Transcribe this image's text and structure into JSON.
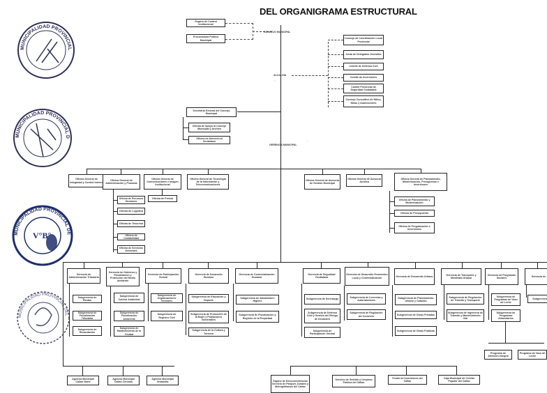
{
  "title": "DEL ORGANIGRAMA ESTRUCTURAL",
  "concejo": "CONCEJO MUNICIPAL",
  "alcaldia": "ALCALDÍA",
  "gerencia_municipal": "GERENCIA MUNICIPAL",
  "top_left": {
    "control": "Órgano de Control Institucional",
    "procuraduria": "Procuraduría Pública Municipal"
  },
  "consultivos": [
    "Consejo de Coordinación Local Provincial",
    "Junta de Delegados Vecinales",
    "Comité de Defensa Civil",
    "Comité de Inversiones",
    "Comité Provincial de Seguridad Ciudadana",
    "Consejo Consultivo de Niños, Niñas y Adolescentes"
  ],
  "secretaria": {
    "main": "Secretaría General del Concejo Municipal",
    "sub": [
      "Oficina de Apoyo al Concejo Municipal y Archivo",
      "Oficina de Atención al Ciudadano"
    ]
  },
  "oficinas_left": [
    "Oficina General de Integridad y Control Interno",
    "Oficina General de Administración y Finanzas",
    "Oficina General de Comunicaciones e Imagen Institucional",
    "Oficina General de Tecnología de la Información y Telecomunicaciones"
  ],
  "admin_sub": [
    "Oficina de Recursos Humanos",
    "Oficina de Logística",
    "Oficina de Tesorería",
    "Oficina de Contabilidad",
    "Oficina de Servicios Generales"
  ],
  "prensa": "Oficina de Prensa",
  "oficinas_right": [
    "Oficina General de Asesoría de Gestión Municipal",
    "Oficina General de Asesoría Jurídica",
    "Oficina General de Planeamiento, Modernización, Presupuesto e Inversiones"
  ],
  "plan_sub": [
    "Oficina de Planeamiento y Modernización",
    "Oficina de Presupuesto",
    "Oficina de Programación e Inversiones"
  ],
  "gerencias": [
    "Gerencia de Administración Tributaria",
    "Gerencia de Gobierno y Fiscalización y Protección del Medio Ambiente",
    "Gerencia de Participación Vecinal",
    "Gerencia de Desarrollo Humano",
    "Gerencia de Comercialización Humana",
    "Gerencia de Seguridad Ciudadana",
    "Gerencia de Desarrollo Económico Local y Comercialización",
    "Gerencia de Desarrollo Urbano",
    "Gerencia de Transporte y Movilidad Urbana",
    "Gerencia de Programas Sociales",
    "Gerencia de"
  ],
  "g1_sub": [
    "Subgerencia de Rentas",
    "Subgerencia de Fiscalización Tributaria",
    "Subgerencia de Recaudación"
  ],
  "g2_sub": [
    "Subgerencia de Control Ambiental",
    "Subgerencia de Fiscalización Ambiental",
    "Subgerencia de Mantenimiento de la Ciudad"
  ],
  "g3_sub": [
    "Subgerencia de Organizaciones Vecinales",
    "Subgerencia de Registro Civil"
  ],
  "g4_sub": [
    "Subgerencia de Educación y Deporte",
    "Subgerencia de Promoción de la Mujer y Poblaciones Vulnerables",
    "Subgerencia de la Cultura y Turismo"
  ],
  "g5_sub": [
    "Subgerencia de Salubridad e Higiene",
    "Subgerencia de Fiscalización y Registro de la Propiedad"
  ],
  "g6_sub": [
    "Subgerencia de Serenazgo",
    "Subgerencia de Defensa Civil y Gestión del Riesgo de Desastres",
    "Subgerencia de Participación Vecinal"
  ],
  "g7_sub": [
    "Subgerencia de Licencias y Autorizaciones",
    "Subgerencia de Regulación del Comercio"
  ],
  "g8_sub": [
    "Subgerencia de Planeamiento Urbano y Catastro",
    "Subgerencia de Obras Privadas",
    "Subgerencia de Obras Públicas"
  ],
  "g9_sub": [
    "Subgerencia de Regulación de Tránsito y Transporte",
    "Subgerencia de Ingeniería de Tránsito y Mantenimiento Vial"
  ],
  "g10_sub": [
    "Subgerencia de Programas de Vaso de Leche",
    "Subgerencia de Programas Alimentarios"
  ],
  "g10_bottom": [
    "Programa de Atención Integral",
    "Programa de Vaso de Leche"
  ],
  "g11_sub": [
    "Subgerencia"
  ],
  "bottom": [
    "Agencia Municipal Callao Norte",
    "Agencia Municipal Callao Cercado",
    "Agencia Municipal Ventanilla",
    "Órgano de Desconcentración Servicio de Parques Zonales y Metropolitanos del Callao",
    "Servicio de Gestión y Limpieza Pública del Callao",
    "Fondo de Inversiones del Callao",
    "Caja Municipal de Crédito Popular del Callao"
  ],
  "seals": [
    "MUNICIPALIDAD PROVINCIAL DEL CALLAO",
    "MUNICIPALIDAD PROVINCIAL DEL CALLAO",
    "MUNICIPALIDAD PROVINCIAL DEL CALLAO",
    "MUNICIPALIDAD PROVINCIAL DEL CALLAO"
  ],
  "vb": "V°B°"
}
